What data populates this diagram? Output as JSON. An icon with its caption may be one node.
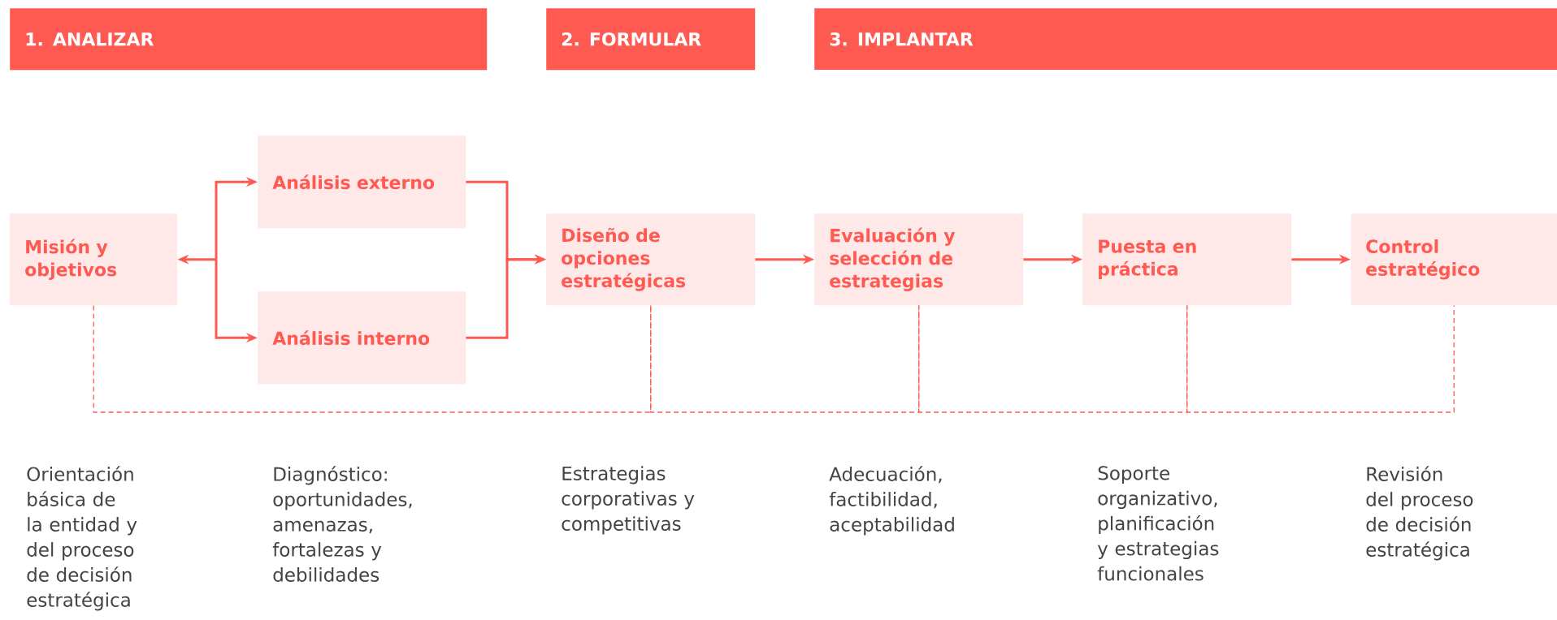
{
  "diagram": {
    "nodes": [
      {
        "text": [
          "1. ANALIZAR"
        ]
      },
      {
        "text": [
          "2. FORMULAR"
        ]
      },
      {
        "text": [
          "3. IMPLANTAR"
        ]
      },
      {
        "text": [
          "Misión y objetivos"
        ]
      },
      {
        "text": [
          "Análisis externo"
        ]
      },
      {
        "text": [
          "Análisis interno"
        ]
      },
      {
        "text": [
          "Diseño de opciones estratégicas"
        ]
      },
      {
        "text": [
          "Evaluación y selección de estrategias"
        ]
      },
      {
        "text": [
          "Puesta en práctica"
        ]
      },
      {
        "text": [
          "Control estratégico"
        ]
      }
    ],
    "edges": [
      {
        "from": 3,
        "to": 4,
        "arrow": "both"
      },
      {
        "from": 3,
        "to": 5,
        "arrow": "both"
      },
      {
        "from": 4,
        "to": 6,
        "arrow": "to"
      },
      {
        "from": 5,
        "to": 6,
        "arrow": "to"
      },
      {
        "from": 6,
        "to": 7,
        "arrow": "to"
      },
      {
        "from": 7,
        "to": 8,
        "arrow": "to"
      },
      {
        "from": 8,
        "to": 9,
        "arrow": "to"
      },
      {
        "from": 3,
        "to": 6,
        "arrow": "none",
        "style": "dashed"
      },
      {
        "from": 6,
        "to": 7,
        "arrow": "none",
        "style": "dashed"
      },
      {
        "from": 7,
        "to": 8,
        "arrow": "none",
        "style": "dashed"
      },
      {
        "from": 8,
        "to": 9,
        "arrow": "none",
        "style": "dashed"
      }
    ],
    "labels": [
      "Orientación básica de la entidad y del proceso de decisión estratégica",
      "Diagnóstico: oportunidades, amenazas, fortalezas y debilidades",
      "Estrategias corporativas y competitivas",
      "Adecuación, factibilidad, aceptabilidad",
      "Soporte organizativo, planificación y estrategias funcionales",
      "Revisión del proceso de decisión estratégica"
    ]
  }
}
